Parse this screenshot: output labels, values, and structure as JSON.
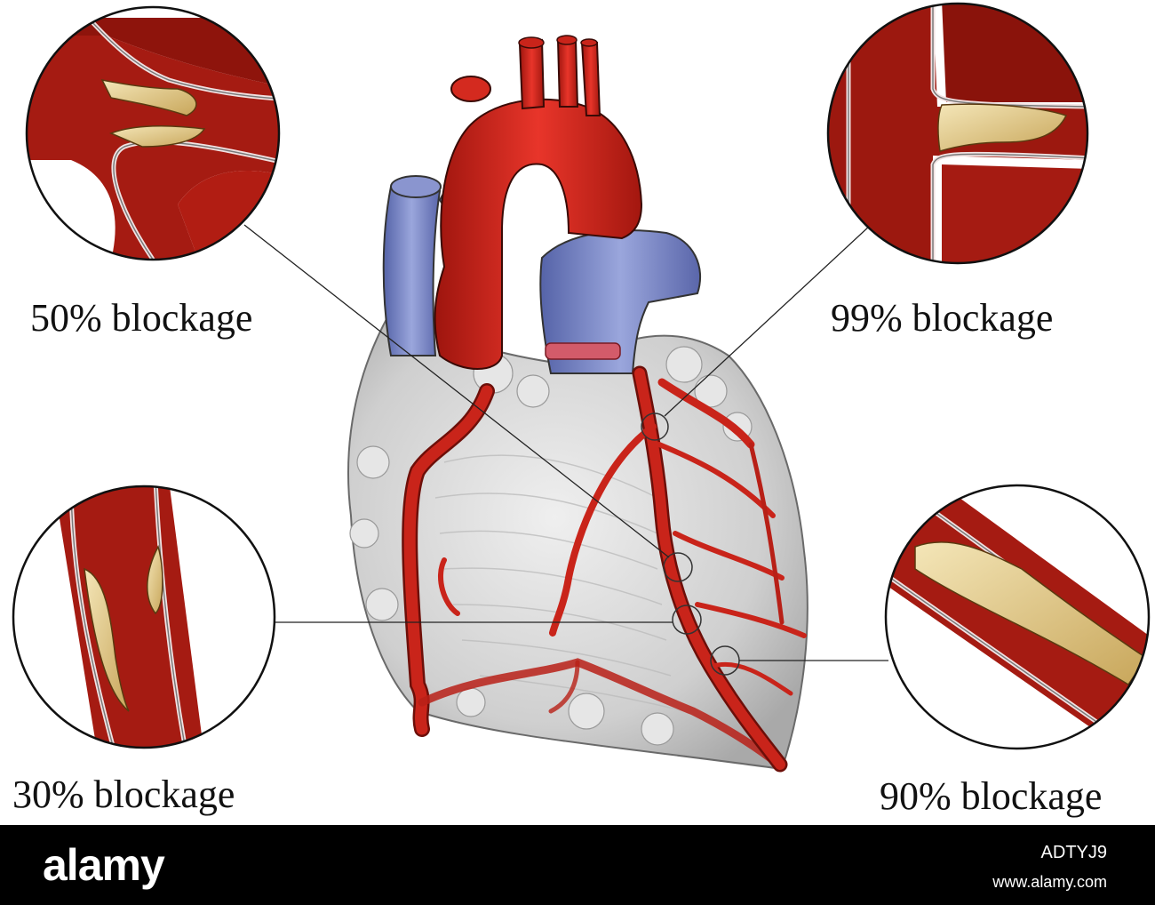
{
  "labels": {
    "top_left": "50% blockage",
    "top_right": "99% blockage",
    "bottom_left": "30% blockage",
    "bottom_right": "90% blockage"
  },
  "footer": {
    "brand": "alamy",
    "image_code": "ADTYJ9",
    "url": "www.alamy.com"
  },
  "colors": {
    "artery": "#c9241a",
    "artery_dark": "#7a120c",
    "vein": "#6f7fc4",
    "heart_tissue": "#d9d9d9",
    "plaque": "#e8d49a"
  }
}
